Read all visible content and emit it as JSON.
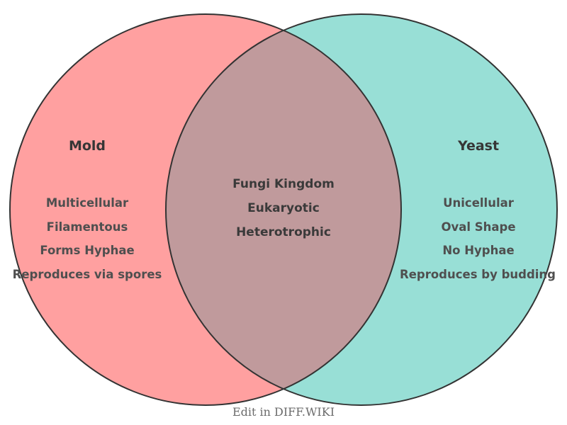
{
  "venn": {
    "left": {
      "title": "Mold",
      "items": [
        "Multicellular",
        "Filamentous",
        "Forms Hyphae",
        "Reproduces via spores"
      ],
      "fill": "#FFA0A0"
    },
    "right": {
      "title": "Yeast",
      "items": [
        "Unicellular",
        "Oval Shape",
        "No Hyphae",
        "Reproduces by budding"
      ],
      "fill": "#98DFD6"
    },
    "overlap": {
      "items": [
        "Fungi Kingdom",
        "Eukaryotic",
        "Heterotrophic"
      ],
      "fill": "#C09A9C"
    },
    "outline_color": "#333333",
    "heading_color": "#363636",
    "item_color": "#4F4F4F",
    "center_color": "#3A3A3A"
  },
  "footer": {
    "label": "Edit in DIFF.WIKI",
    "color": "#6B6B6B"
  }
}
